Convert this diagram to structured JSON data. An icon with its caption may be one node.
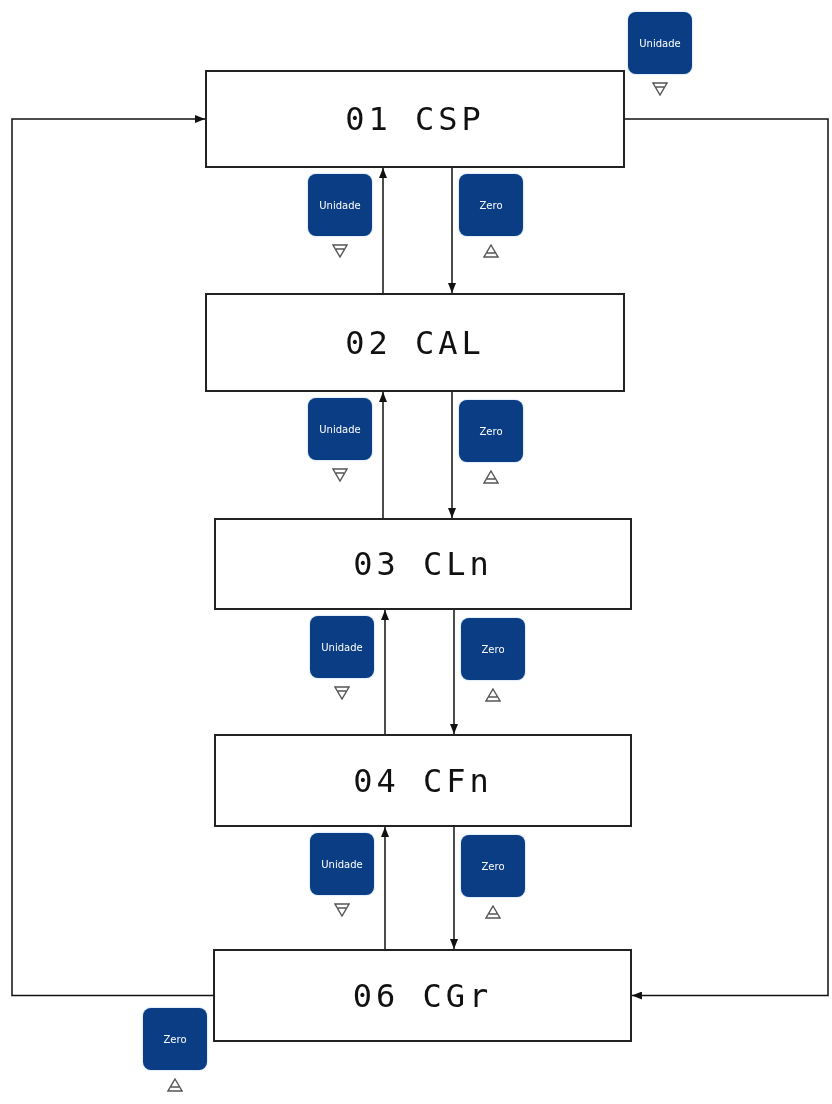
{
  "diagram": {
    "nodes": [
      {
        "text": [
          "01 CSP"
        ]
      },
      {
        "text": [
          "02 CAL"
        ]
      },
      {
        "text": [
          "03 CLn"
        ]
      },
      {
        "text": [
          "04 CFn"
        ]
      },
      {
        "text": [
          "06 CGr"
        ]
      }
    ],
    "edges": [
      {
        "from": 0,
        "to": 1,
        "arrow": "to"
      },
      {
        "from": 1,
        "to": 0,
        "arrow": "to"
      },
      {
        "from": 1,
        "to": 2,
        "arrow": "to"
      },
      {
        "from": 2,
        "to": 1,
        "arrow": "to"
      },
      {
        "from": 2,
        "to": 3,
        "arrow": "to"
      },
      {
        "from": 3,
        "to": 2,
        "arrow": "to"
      },
      {
        "from": 3,
        "to": 4,
        "arrow": "to"
      },
      {
        "from": 4,
        "to": 3,
        "arrow": "to"
      },
      {
        "from": 0,
        "to": 4,
        "arrow": "to"
      },
      {
        "from": 4,
        "to": 0,
        "arrow": "to"
      }
    ],
    "labels": [
      "Unidade",
      "Unidade",
      "Zero",
      "Unidade",
      "Zero",
      "Unidade",
      "Zero",
      "Unidade",
      "Zero",
      "Zero"
    ]
  }
}
